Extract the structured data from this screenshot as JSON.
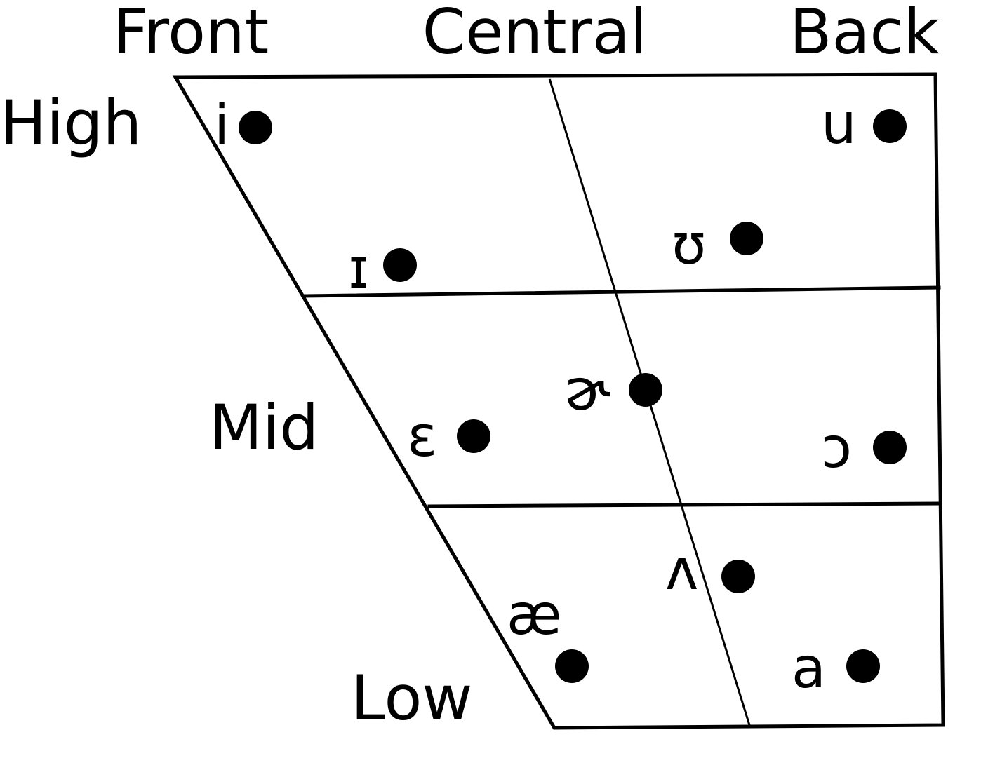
{
  "diagram": {
    "columns": [
      {
        "key": "front",
        "label": "Front"
      },
      {
        "key": "central",
        "label": "Central"
      },
      {
        "key": "back",
        "label": "Back"
      }
    ],
    "rows": [
      {
        "key": "high",
        "label": "High"
      },
      {
        "key": "mid",
        "label": "Mid"
      },
      {
        "key": "low",
        "label": "Low"
      }
    ],
    "vowels": [
      {
        "symbol": "i"
      },
      {
        "symbol": "u"
      },
      {
        "symbol": "ɪ"
      },
      {
        "symbol": "ʊ"
      },
      {
        "symbol": "ɚ"
      },
      {
        "symbol": "ɛ"
      },
      {
        "symbol": "ɔ"
      },
      {
        "symbol": "ʌ"
      },
      {
        "symbol": "æ"
      },
      {
        "symbol": "a"
      }
    ]
  }
}
